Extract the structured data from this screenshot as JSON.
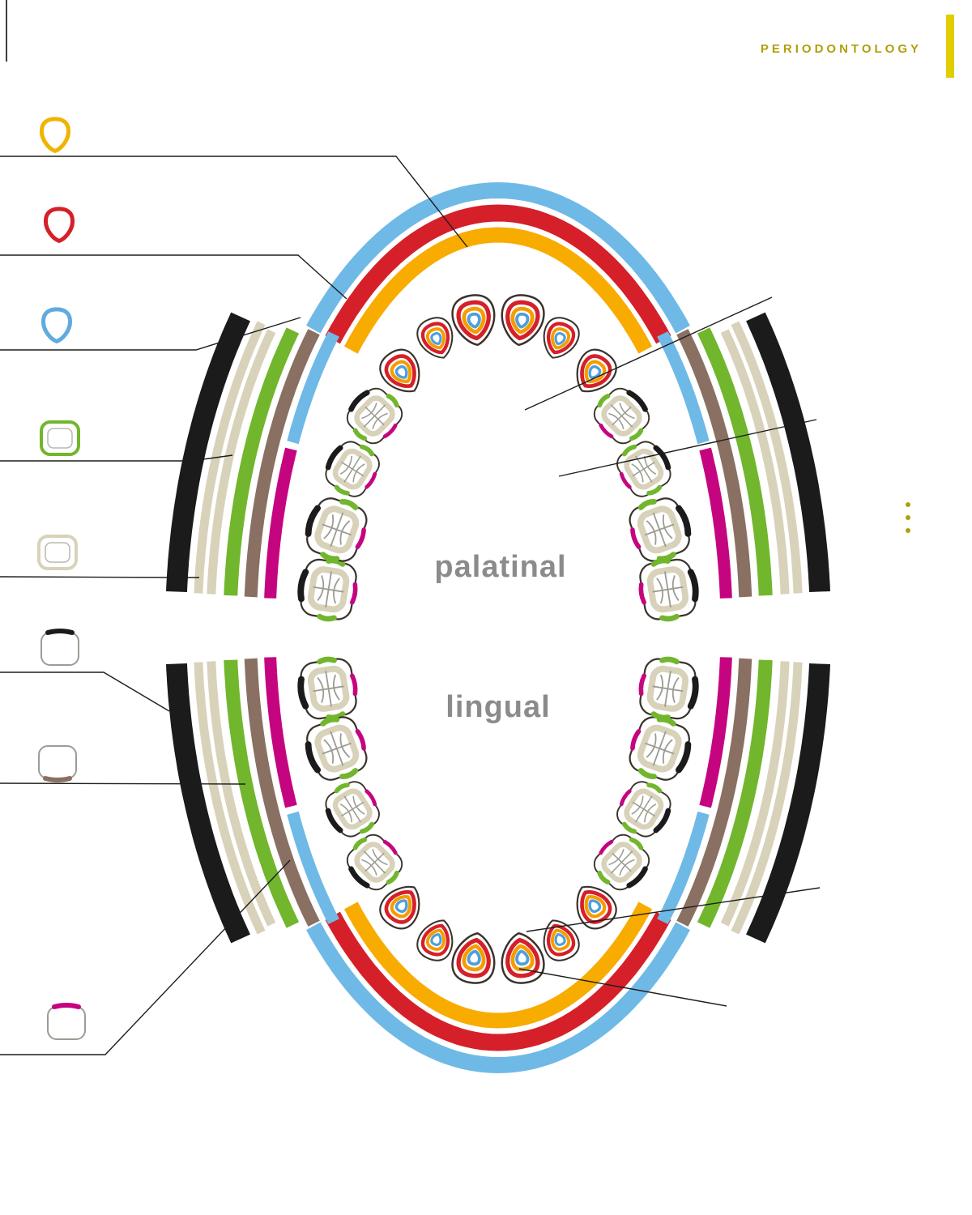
{
  "header": {
    "title": "PERIODONTOLOGY"
  },
  "center_labels": {
    "upper": "palatinal",
    "lower": "lingual"
  },
  "colors": {
    "header_text": "#AFA00A",
    "accent_yellow": "#E0CE00",
    "arc_blue": "#6FB9E7",
    "arc_red": "#D5202A",
    "arc_yellow": "#F8AC00",
    "arc_black": "#1B1B1B",
    "arc_beige": "#D9D2BA",
    "arc_green": "#71B62C",
    "arc_brown": "#8A7062",
    "arc_magenta": "#C50580",
    "ring_red": "#D5202A",
    "ring_orange": "#F59C00",
    "ring_blue": "#4E9FDB",
    "label_gray": "#8B8B8B",
    "line_color": "#1D1D1B",
    "tooth_outline": "#3A332C",
    "tooth_groove": "#9B9B92",
    "tooth_fill": "#FFFFFF"
  },
  "legend": [
    {
      "name": "yellow-incisor",
      "type": "incisor",
      "accent": "full",
      "color": "#F0B400"
    },
    {
      "name": "red-incisor",
      "type": "incisor",
      "accent": "full",
      "color": "#D5202A"
    },
    {
      "name": "blue-incisor",
      "type": "incisor",
      "accent": "full",
      "color": "#5FABDE"
    },
    {
      "name": "green-molar",
      "type": "molar",
      "accent": "full",
      "color": "#71B62C"
    },
    {
      "name": "beige-molar",
      "type": "molar",
      "accent": "full",
      "color": "#D9D2BA"
    },
    {
      "name": "black-molar",
      "type": "molar",
      "accent": "top",
      "color": "#1B1B1B"
    },
    {
      "name": "brown-molar",
      "type": "molar",
      "accent": "bottom",
      "color": "#8A7062"
    },
    {
      "name": "magenta-molar",
      "type": "molar",
      "accent": "top",
      "color": "#C50580"
    }
  ]
}
